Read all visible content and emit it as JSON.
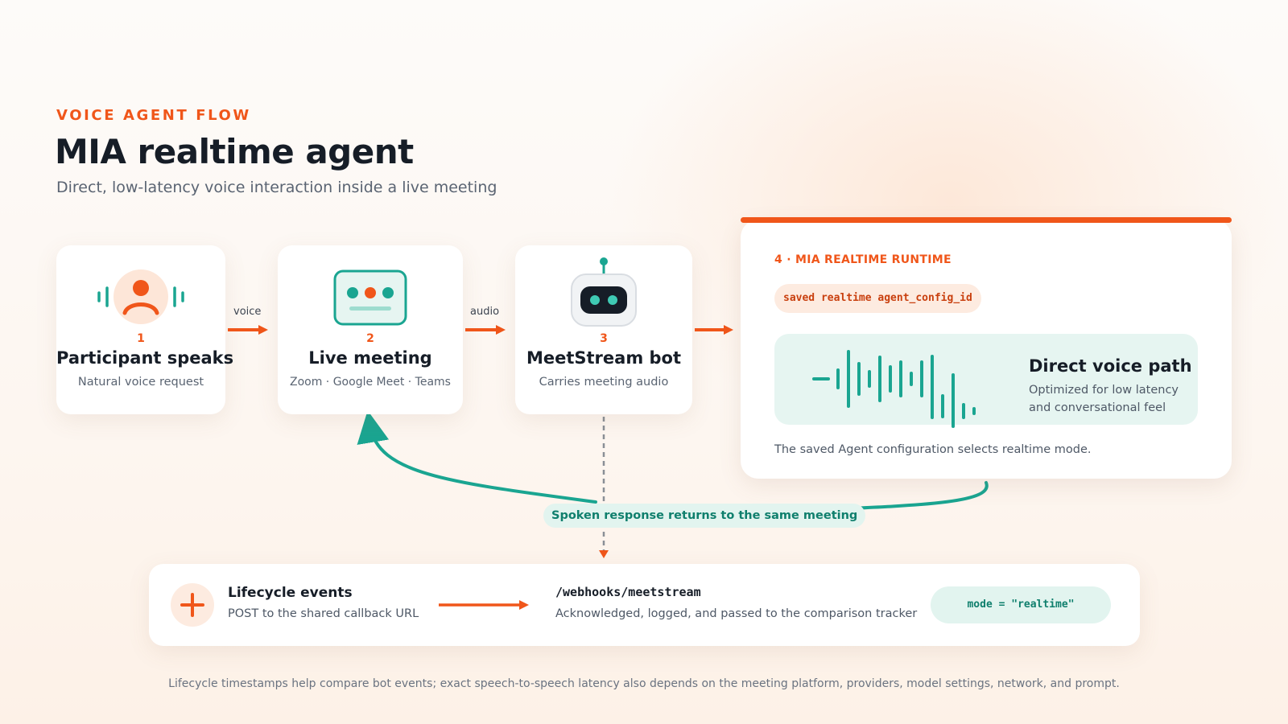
{
  "header": {
    "eyebrow": "VOICE AGENT FLOW",
    "title": "MIA realtime agent",
    "subtitle": "Direct, low-latency voice interaction inside a live meeting"
  },
  "steps": [
    {
      "num": "1",
      "title": "Participant speaks",
      "subtitle": "Natural voice request",
      "icon": "person-speaking-icon"
    },
    {
      "num": "2",
      "title": "Live meeting",
      "subtitle": "Zoom · Google Meet · Teams",
      "icon": "meeting-window-icon"
    },
    {
      "num": "3",
      "title": "MeetStream bot",
      "subtitle": "Carries meeting audio",
      "icon": "robot-icon"
    }
  ],
  "flow_labels": {
    "voice": "voice",
    "audio": "audio"
  },
  "runtime": {
    "label": "4 · MIA REALTIME RUNTIME",
    "config_pill": "saved realtime agent_config_id",
    "voice_path_title": "Direct voice path",
    "voice_path_subtitle": "Optimized for low latency and conversational feel",
    "footer": "The saved Agent configuration selects realtime mode."
  },
  "return_label": "Spoken response returns to the same meeting",
  "lifecycle": {
    "title": "Lifecycle events",
    "subtitle": "POST to the shared callback URL",
    "webhook_path": "/webhooks/meetstream",
    "webhook_subtitle": "Acknowledged, logged, and passed to the comparison tracker",
    "mode_pill": "mode = \"realtime\""
  },
  "footnote": "Lifecycle timestamps help compare bot events; exact speech-to-speech latency also depends on the meeting platform, providers, model settings, network, and prompt.",
  "colors": {
    "accent": "#f0561a",
    "teal": "#1aa591",
    "dark": "#161d27"
  }
}
